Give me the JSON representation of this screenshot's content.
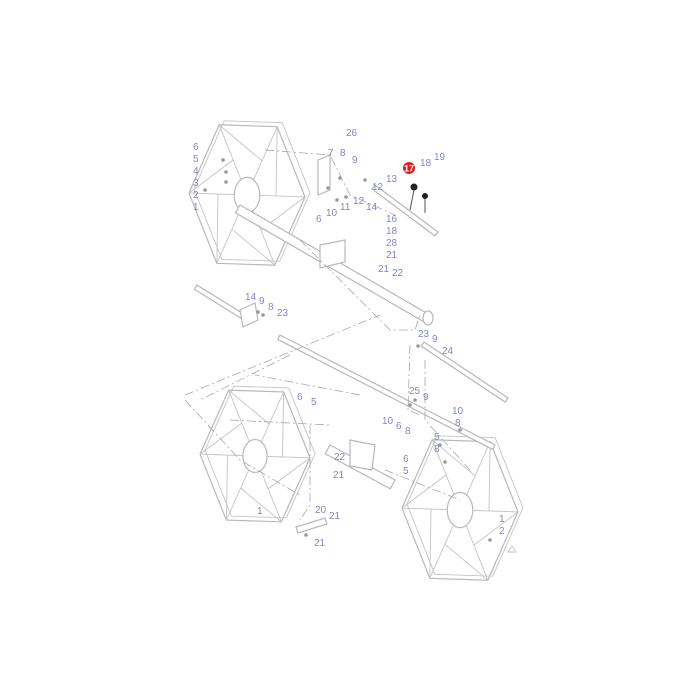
{
  "diagram": {
    "type": "exploded parts diagram",
    "highlight_color": "#e02020",
    "label_color": "#7f86cc",
    "highlighted_part": "17",
    "callouts": [
      "26",
      "6",
      "5",
      "7",
      "8",
      "9",
      "17",
      "18",
      "19",
      "4",
      "13",
      "12",
      "3",
      "2",
      "1",
      "12",
      "11",
      "14",
      "10",
      "6",
      "16",
      "18",
      "28",
      "21",
      "21",
      "22",
      "14",
      "9",
      "8",
      "23",
      "23",
      "9",
      "24",
      "6",
      "5",
      "25",
      "9",
      "10",
      "6",
      "8",
      "10",
      "8",
      "5",
      "8",
      "22",
      "6",
      "5",
      "21",
      "1",
      "20",
      "21",
      "1",
      "2",
      "21"
    ]
  }
}
